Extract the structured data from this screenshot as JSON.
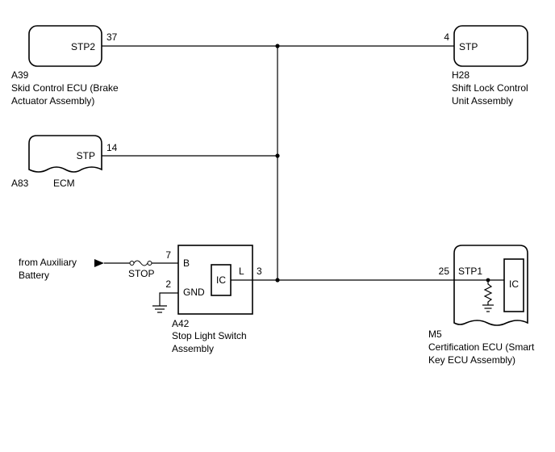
{
  "components": {
    "skid_ecu": {
      "pin_name": "STP2",
      "pin_number": "37",
      "code": "A39",
      "name_line1": "Skid Control ECU (Brake",
      "name_line2": "Actuator Assembly)"
    },
    "shift_lock": {
      "pin_name": "STP",
      "pin_number": "4",
      "code": "H28",
      "name_line1": "Shift Lock Control",
      "name_line2": "Unit Assembly"
    },
    "ecm": {
      "pin_name": "STP",
      "pin_number": "14",
      "code": "A83",
      "name": "ECM"
    },
    "stop_switch": {
      "pin_b_name": "B",
      "pin_b_number": "7",
      "pin_gnd_name": "GND",
      "pin_gnd_number": "2",
      "pin_l_name": "L",
      "pin_l_number": "3",
      "ic_label": "IC",
      "code": "A42",
      "name_line1": "Stop Light Switch",
      "name_line2": "Assembly"
    },
    "cert_ecu": {
      "pin_name": "STP1",
      "pin_number": "25",
      "ic_label": "IC",
      "code": "M5",
      "name_line1": "Certification ECU (Smart",
      "name_line2": "Key ECU Assembly)"
    }
  },
  "power_source": {
    "line1": "from Auxiliary",
    "line2": "Battery"
  },
  "fuse": {
    "label": "STOP"
  }
}
